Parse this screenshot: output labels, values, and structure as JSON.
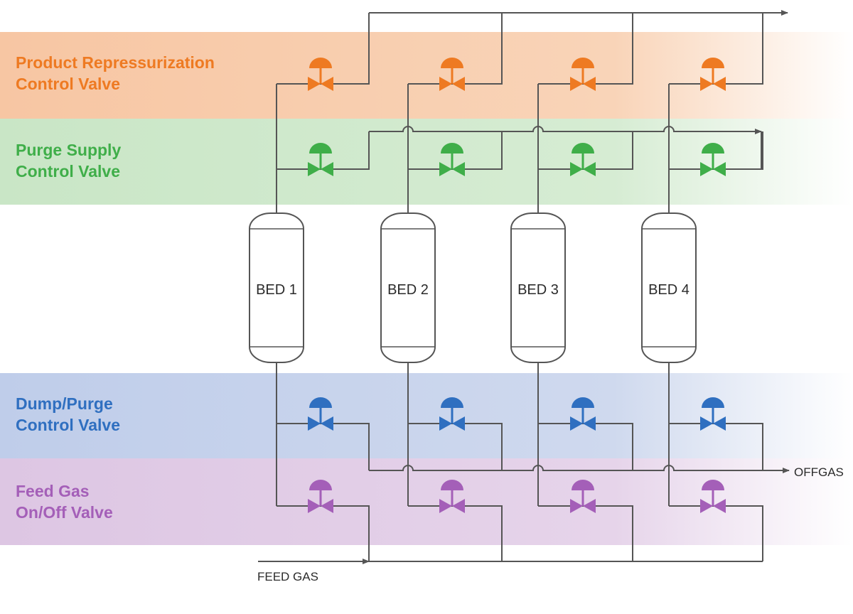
{
  "colors": {
    "orange": "#ee7a22",
    "green": "#3fae49",
    "blue": "#2f6fc0",
    "purple": "#a45fb8",
    "line": "#555555"
  },
  "bands": {
    "product": {
      "label": "Product Repressurization\nControl Valve",
      "color": "#ee7a22"
    },
    "purge": {
      "label": "Purge Supply\nControl Valve",
      "color": "#3fae49"
    },
    "dump": {
      "label": "Dump/Purge\nControl Valve",
      "color": "#2f6fc0"
    },
    "feed": {
      "label": "Feed Gas\nOn/Off Valve",
      "color": "#a45fb8"
    }
  },
  "beds": [
    "BED 1",
    "BED 2",
    "BED 3",
    "BED 4"
  ],
  "io": {
    "offgas": "OFFGAS",
    "feed_gas": "FEED GAS"
  }
}
